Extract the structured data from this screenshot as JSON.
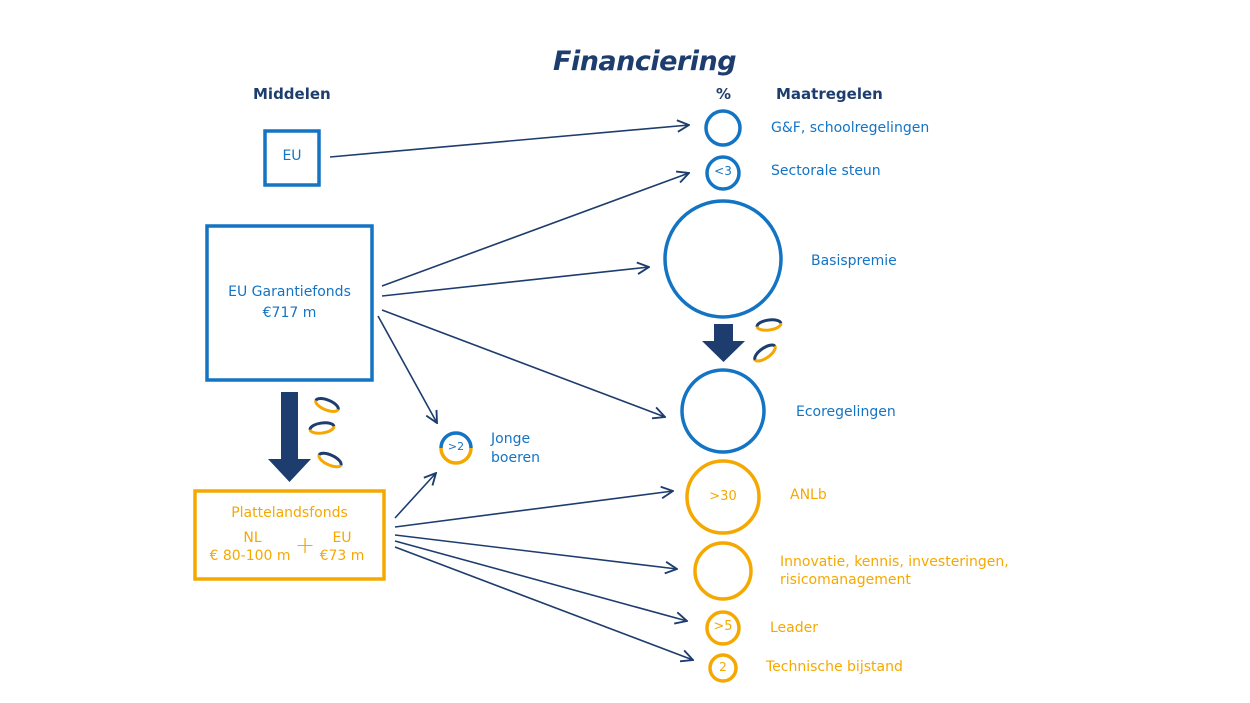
{
  "title": "Financiering",
  "headers": {
    "left": "Middelen",
    "percent": "%",
    "right": "Maatregelen"
  },
  "sources": {
    "eu": "EU",
    "garantiefonds": {
      "name": "EU Garantiefonds",
      "amount": "€717 m"
    },
    "plattelandsfonds": {
      "name": "Plattelandsfonds",
      "nl_label": "NL",
      "nl_amount": "€ 80-100 m",
      "plus": "+",
      "eu_label": "EU",
      "eu_amount": "€73 m"
    }
  },
  "measures": [
    {
      "label": "G&F, schoolregelingen",
      "percent": "",
      "color": "#1474c4"
    },
    {
      "label": "Sectorale steun",
      "percent": "<3",
      "color": "#1474c4"
    },
    {
      "label": "Basispremie",
      "percent": "",
      "color": "#1474c4"
    },
    {
      "label": "Ecoregelingen",
      "percent": "",
      "color": "#1474c4"
    },
    {
      "label": "ANLb",
      "percent": ">30",
      "color": "#f5a800"
    },
    {
      "label_line1": "Innovatie, kennis, investeringen,",
      "label_line2": "risicomanagement",
      "percent": "",
      "color": "#f5a800"
    },
    {
      "label": "Leader",
      "percent": ">5",
      "color": "#f5a800"
    },
    {
      "label": "Technische bijstand",
      "percent": "2",
      "color": "#f5a800"
    }
  ],
  "young_farmers": {
    "label_line1": "Jonge",
    "label_line2": "boeren",
    "percent": ">2"
  },
  "colors": {
    "dark": "#1d3d6e",
    "blue": "#1474c4",
    "gold": "#f5a800"
  }
}
